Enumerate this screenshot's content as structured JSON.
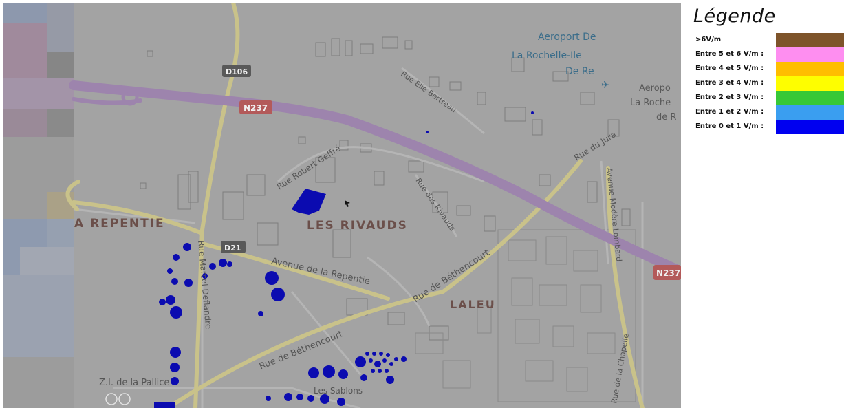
{
  "map": {
    "labels": {
      "airport_line1": "Aeroport De",
      "airport_line2": "La Rochelle-Ile",
      "airport_line3": "De Re",
      "airport2_line1": "Aeropo",
      "airport2_line2": "La Roche",
      "airport2_line3": "de R",
      "road_d106": "D106",
      "road_n237": "N237",
      "road_n237_east": "N237",
      "road_d21": "D21",
      "rue_elie_bertreau": "Rue Elie Bertreau",
      "rue_robert_geffre": "Rue Robert Geffré",
      "rue_du_jura": "Rue du Jura",
      "avenue_modere_lombard": "Avenue Modère Lombard",
      "rue_des_rivauds": "Rue des Rivauds",
      "la_repentie": "A REPENTIE",
      "les_rivauds": "LES RIVAUDS",
      "avenue_repentie": "Avenue de la Repentie",
      "rue_bethencourt_1": "Rue de Béthencourt",
      "rue_bethencourt_2": "Rue de Béthencourt",
      "laleu": "LALEU",
      "rue_marcel_deflandre": "Rue Marcel Deflandre",
      "zi_pallice": "Z.I. de la Pallice",
      "les_sablons": "Les Sablons",
      "rue_chapelle": "Rue de la Chapelle"
    }
  },
  "legend": {
    "title": "Légende",
    "items": [
      {
        "label": ">6V/m",
        "color": "#7e542a"
      },
      {
        "label": "Entre 5 et 6 V/m :",
        "color": "#fe8ef0"
      },
      {
        "label": "Entre 4 et 5 V/m :",
        "color": "#ffbe00"
      },
      {
        "label": "Entre 3 et 4 V/m :",
        "color": "#fefe00"
      },
      {
        "label": "Entre 2 et 3 V/m :",
        "color": "#37c836"
      },
      {
        "label": "Entre 1 et 2 V/m :",
        "color": "#3a9ef0"
      },
      {
        "label": "Entre 0 et 1 V/m :",
        "color": "#0000f0"
      }
    ]
  }
}
